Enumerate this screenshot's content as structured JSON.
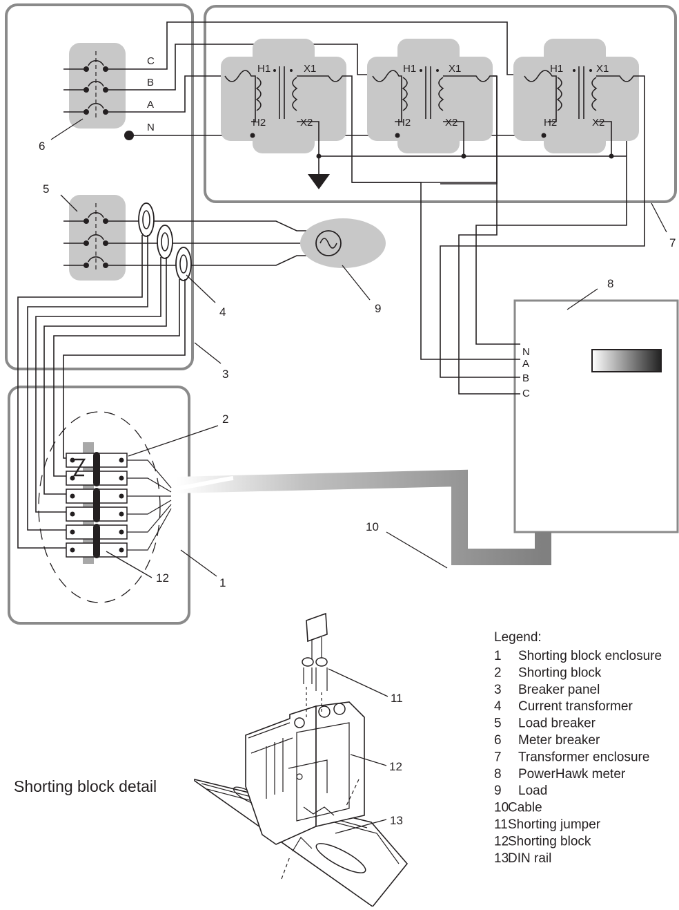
{
  "phase_labels": {
    "c": "C",
    "b": "B",
    "a": "A",
    "n": "N"
  },
  "transformer_terminals": {
    "h1": "H1",
    "h2": "H2",
    "x1": "X1",
    "x2": "X2"
  },
  "meter_terminals": {
    "n": "N",
    "a": "A",
    "b": "B",
    "c": "C"
  },
  "callouts": {
    "c1": "1",
    "c2": "2",
    "c3": "3",
    "c4": "4",
    "c5": "5",
    "c6": "6",
    "c7": "7",
    "c8": "8",
    "c9": "9",
    "c10": "10",
    "c11": "11",
    "c12a": "12",
    "c12b": "12",
    "c13": "13"
  },
  "detail_title": "Shorting block detail",
  "legend": {
    "title": "Legend:",
    "items": [
      {
        "num": "1",
        "text": "Shorting block enclosure"
      },
      {
        "num": "2",
        "text": "Shorting block"
      },
      {
        "num": "3",
        "text": "Breaker panel"
      },
      {
        "num": "4",
        "text": "Current transformer"
      },
      {
        "num": "5",
        "text": "Load breaker"
      },
      {
        "num": "6",
        "text": "Meter breaker"
      },
      {
        "num": "7",
        "text": "Transformer enclosure"
      },
      {
        "num": "8",
        "text": "PowerHawk meter"
      },
      {
        "num": "9",
        "text": "Load"
      },
      {
        "num": "10",
        "text": "Cable"
      },
      {
        "num": "11",
        "text": "Shorting jumper"
      },
      {
        "num": "12",
        "text": "Shorting block"
      },
      {
        "num": "13",
        "text": "DIN rail"
      }
    ]
  },
  "icons": {
    "ground": "ground-symbol-icon",
    "source": "ac-source-icon",
    "display": "meter-display-icon"
  }
}
